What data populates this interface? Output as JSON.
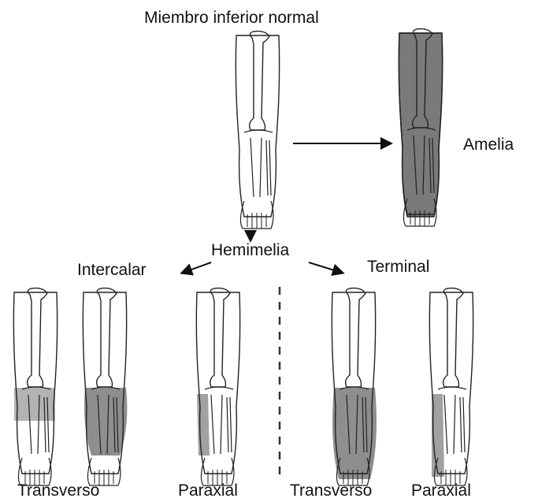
{
  "title": "Miembro inferior normal",
  "labels": {
    "amelia": "Amelia",
    "hemimelia": "Hemimelia",
    "intercalar": "Intercalar",
    "terminal": "Terminal"
  },
  "legs": [
    {
      "caption": "Transverso"
    },
    {
      "caption": ""
    },
    {
      "caption": "Paraxial"
    },
    {
      "caption": "Transverso"
    },
    {
      "caption": "Paraxial"
    }
  ],
  "colors": {
    "shade": "#7a7a7a",
    "outline": "#222222"
  }
}
